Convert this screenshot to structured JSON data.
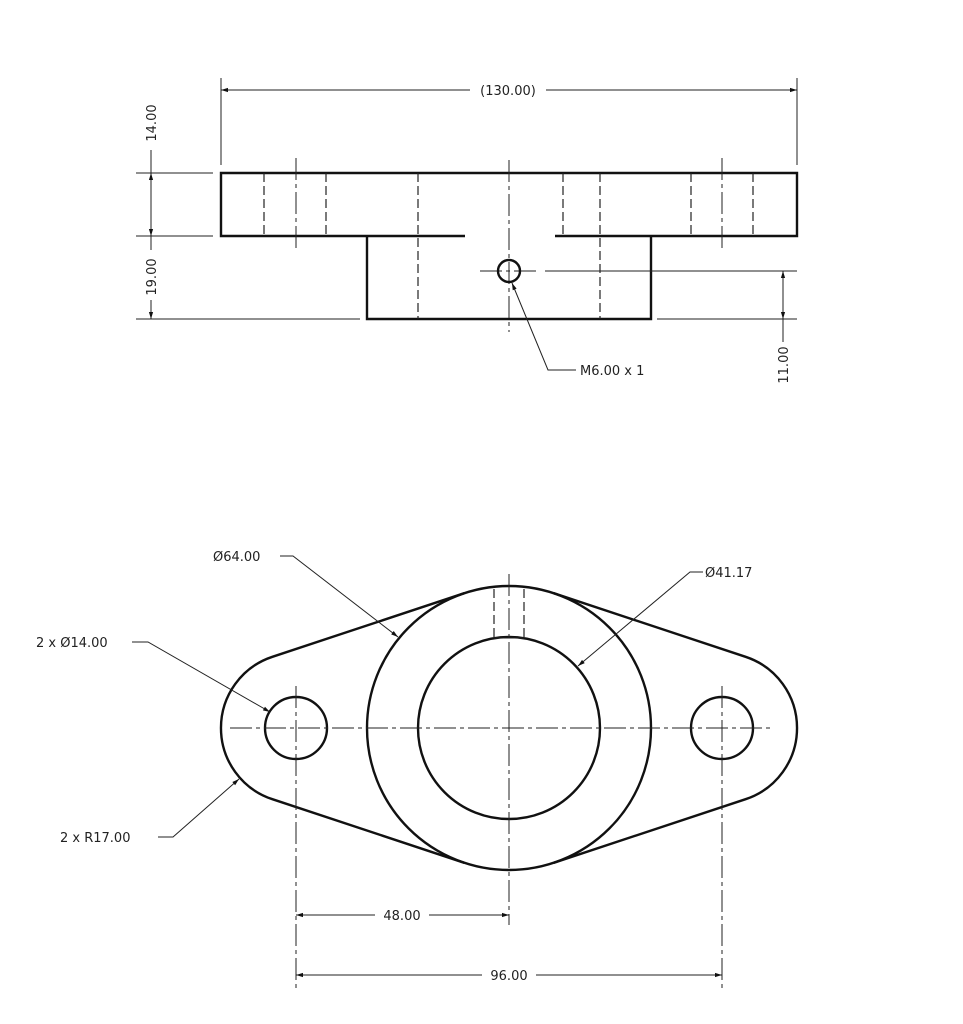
{
  "drawing": {
    "front_view": {
      "overall_width": "(130.00)",
      "flange_thickness": "14.00",
      "boss_height": "19.00",
      "hole_height": "11.00",
      "thread_callout": "M6.00 x 1"
    },
    "top_view": {
      "outer_diameter": "Ø64.00",
      "bore_diameter": "Ø41.17",
      "hole_callout": "2 x Ø14.00",
      "radius_callout": "2 x R17.00",
      "half_spacing": "48.00",
      "hole_spacing": "96.00"
    }
  }
}
